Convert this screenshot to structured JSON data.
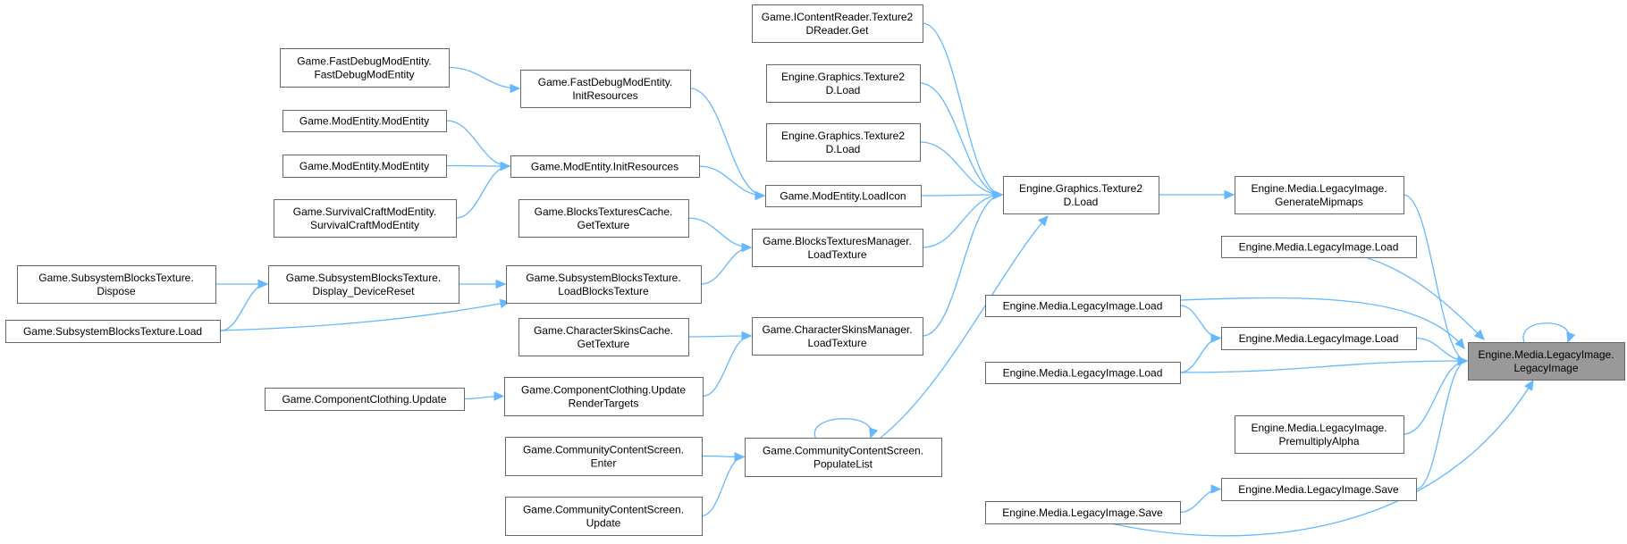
{
  "graph": {
    "root_node": "n_root",
    "nodes": [
      {
        "id": "n_root",
        "lines": [
          "Engine.Media.LegacyImage.",
          "LegacyImage"
        ],
        "highlighted": true
      },
      {
        "id": "n_genmip",
        "lines": [
          "Engine.Media.LegacyImage.",
          "GenerateMipmaps"
        ]
      },
      {
        "id": "n_li_load_a",
        "lines": [
          "Engine.Media.LegacyImage.Load"
        ]
      },
      {
        "id": "n_li_load_b",
        "lines": [
          "Engine.Media.LegacyImage.Load"
        ]
      },
      {
        "id": "n_li_load_c",
        "lines": [
          "Engine.Media.LegacyImage.Load"
        ]
      },
      {
        "id": "n_li_load_d",
        "lines": [
          "Engine.Media.LegacyImage.Load"
        ]
      },
      {
        "id": "n_premul",
        "lines": [
          "Engine.Media.LegacyImage.",
          "PremultiplyAlpha"
        ]
      },
      {
        "id": "n_save_a",
        "lines": [
          "Engine.Media.LegacyImage.Save"
        ]
      },
      {
        "id": "n_save_b",
        "lines": [
          "Engine.Media.LegacyImage.Save"
        ]
      },
      {
        "id": "n_tex2d_main",
        "lines": [
          "Engine.Graphics.Texture2",
          "D.Load"
        ]
      },
      {
        "id": "n_icr",
        "lines": [
          "Game.IContentReader.Texture2",
          "DReader.Get"
        ]
      },
      {
        "id": "n_tex2d_a",
        "lines": [
          "Engine.Graphics.Texture2",
          "D.Load"
        ]
      },
      {
        "id": "n_tex2d_b",
        "lines": [
          "Engine.Graphics.Texture2",
          "D.Load"
        ]
      },
      {
        "id": "n_modicon",
        "lines": [
          "Game.ModEntity.LoadIcon"
        ]
      },
      {
        "id": "n_btm",
        "lines": [
          "Game.BlocksTexturesManager.",
          "LoadTexture"
        ]
      },
      {
        "id": "n_csm",
        "lines": [
          "Game.CharacterSkinsManager.",
          "LoadTexture"
        ]
      },
      {
        "id": "n_ccs_pop",
        "lines": [
          "Game.CommunityContentScreen.",
          "PopulateList"
        ]
      },
      {
        "id": "n_fdm_init",
        "lines": [
          "Game.FastDebugModEntity.",
          "InitResources"
        ]
      },
      {
        "id": "n_mod_init",
        "lines": [
          "Game.ModEntity.InitResources"
        ]
      },
      {
        "id": "n_btc",
        "lines": [
          "Game.BlocksTexturesCache.",
          "GetTexture"
        ]
      },
      {
        "id": "n_sbt_lbt",
        "lines": [
          "Game.SubsystemBlocksTexture.",
          "LoadBlocksTexture"
        ]
      },
      {
        "id": "n_csc",
        "lines": [
          "Game.CharacterSkinsCache.",
          "GetTexture"
        ]
      },
      {
        "id": "n_cc_urt",
        "lines": [
          "Game.ComponentClothing.Update",
          "RenderTargets"
        ]
      },
      {
        "id": "n_ccs_enter",
        "lines": [
          "Game.CommunityContentScreen.",
          "Enter"
        ]
      },
      {
        "id": "n_ccs_update",
        "lines": [
          "Game.CommunityContentScreen.",
          "Update"
        ]
      },
      {
        "id": "n_fdm_ctor",
        "lines": [
          "Game.FastDebugModEntity.",
          "FastDebugModEntity"
        ]
      },
      {
        "id": "n_mod_ctor_a",
        "lines": [
          "Game.ModEntity.ModEntity"
        ]
      },
      {
        "id": "n_mod_ctor_b",
        "lines": [
          "Game.ModEntity.ModEntity"
        ]
      },
      {
        "id": "n_scm",
        "lines": [
          "Game.SurvivalCraftModEntity.",
          "SurvivalCraftModEntity"
        ]
      },
      {
        "id": "n_sbt_ddr",
        "lines": [
          "Game.SubsystemBlocksTexture.",
          "Display_DeviceReset"
        ]
      },
      {
        "id": "n_cc_update",
        "lines": [
          "Game.ComponentClothing.Update"
        ]
      },
      {
        "id": "n_sbt_dispose",
        "lines": [
          "Game.SubsystemBlocksTexture.",
          "Dispose"
        ]
      },
      {
        "id": "n_sbt_load",
        "lines": [
          "Game.SubsystemBlocksTexture.Load"
        ]
      }
    ],
    "edges": [
      {
        "from": "n_genmip",
        "to": "n_root"
      },
      {
        "from": "n_li_load_a",
        "to": "n_root"
      },
      {
        "from": "n_li_load_b",
        "to": "n_root"
      },
      {
        "from": "n_li_load_c",
        "to": "n_root"
      },
      {
        "from": "n_li_load_d",
        "to": "n_root"
      },
      {
        "from": "n_premul",
        "to": "n_root"
      },
      {
        "from": "n_save_a",
        "to": "n_root"
      },
      {
        "from": "n_save_b",
        "to": "n_root"
      },
      {
        "from": "n_root",
        "to": "n_root"
      },
      {
        "from": "n_tex2d_main",
        "to": "n_genmip"
      },
      {
        "from": "n_li_load_b",
        "to": "n_li_load_c"
      },
      {
        "from": "n_li_load_d",
        "to": "n_li_load_c"
      },
      {
        "from": "n_save_b",
        "to": "n_save_a"
      },
      {
        "from": "n_icr",
        "to": "n_tex2d_main"
      },
      {
        "from": "n_tex2d_a",
        "to": "n_tex2d_main"
      },
      {
        "from": "n_tex2d_b",
        "to": "n_tex2d_main"
      },
      {
        "from": "n_modicon",
        "to": "n_tex2d_main"
      },
      {
        "from": "n_btm",
        "to": "n_tex2d_main"
      },
      {
        "from": "n_csm",
        "to": "n_tex2d_main"
      },
      {
        "from": "n_ccs_pop",
        "to": "n_tex2d_main"
      },
      {
        "from": "n_fdm_init",
        "to": "n_modicon"
      },
      {
        "from": "n_mod_init",
        "to": "n_modicon"
      },
      {
        "from": "n_btc",
        "to": "n_btm"
      },
      {
        "from": "n_sbt_lbt",
        "to": "n_btm"
      },
      {
        "from": "n_csc",
        "to": "n_csm"
      },
      {
        "from": "n_cc_urt",
        "to": "n_csm"
      },
      {
        "from": "n_ccs_enter",
        "to": "n_ccs_pop"
      },
      {
        "from": "n_ccs_update",
        "to": "n_ccs_pop"
      },
      {
        "from": "n_ccs_pop",
        "to": "n_ccs_pop"
      },
      {
        "from": "n_fdm_ctor",
        "to": "n_fdm_init"
      },
      {
        "from": "n_mod_ctor_a",
        "to": "n_mod_init"
      },
      {
        "from": "n_mod_ctor_b",
        "to": "n_mod_init"
      },
      {
        "from": "n_scm",
        "to": "n_mod_init"
      },
      {
        "from": "n_sbt_ddr",
        "to": "n_sbt_lbt"
      },
      {
        "from": "n_sbt_load",
        "to": "n_sbt_lbt"
      },
      {
        "from": "n_cc_update",
        "to": "n_cc_urt"
      },
      {
        "from": "n_sbt_dispose",
        "to": "n_sbt_ddr"
      },
      {
        "from": "n_sbt_load",
        "to": "n_sbt_ddr"
      }
    ]
  },
  "colors": {
    "edge": "#63b8ff",
    "node_border": "#666666",
    "node_fill": "#ffffff",
    "root_fill": "#999999",
    "text": "#000000"
  }
}
